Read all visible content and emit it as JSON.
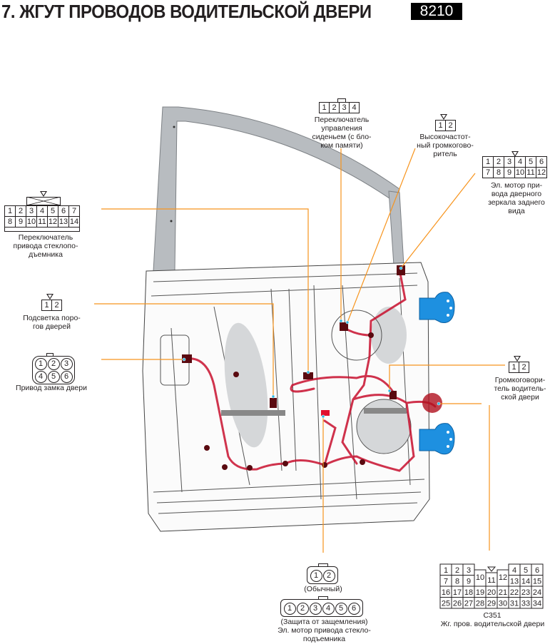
{
  "header": {
    "title": "7. ЖГУТ ПРОВОДОВ ВОДИТЕЛЬСКОЙ ДВЕРИ",
    "code": "8210"
  },
  "colors": {
    "leader_line": "#f7941d",
    "harness": "#c8102e",
    "hinge": "#1e90e0",
    "frame": "#b8bcc0"
  },
  "connectors": {
    "seat_switch": {
      "pins": [
        "1",
        "2",
        "3",
        "4"
      ],
      "label_lines": [
        "Переключатель",
        "управления",
        "сиденьем (с бло-",
        "ком памяти)"
      ]
    },
    "tweeter": {
      "pins": [
        "1",
        "2"
      ],
      "label_lines": [
        "Высокочастот-",
        "ный громкогово-",
        "ритель"
      ]
    },
    "mirror_motor": {
      "row1": [
        "1",
        "2",
        "3",
        "4",
        "5",
        "6"
      ],
      "row2": [
        "7",
        "8",
        "9",
        "10",
        "11",
        "12"
      ],
      "label_lines": [
        "Эл. мотор при-",
        "вода дверного",
        "зеркала заднего",
        "вида"
      ]
    },
    "window_switch": {
      "row1": [
        "1",
        "2",
        "3",
        "4",
        "5",
        "6",
        "7"
      ],
      "row2": [
        "8",
        "9",
        "10",
        "11",
        "12",
        "13",
        "14"
      ],
      "label_lines": [
        "Переключатель",
        "привода стеклопо-",
        "дъемника"
      ]
    },
    "courtesy_light": {
      "pins": [
        "1",
        "2"
      ],
      "label_lines": [
        "Подсветка поро-",
        "гов дверей"
      ]
    },
    "door_lock": {
      "row1": [
        "1",
        "2",
        "3"
      ],
      "row2": [
        "4",
        "5",
        "6"
      ],
      "label_lines": [
        "Привод замка двери"
      ]
    },
    "door_speaker": {
      "pins": [
        "1",
        "2"
      ],
      "label_lines": [
        "Громкоговори-",
        "тель водитель-",
        "ской двери"
      ]
    },
    "window_motor": {
      "normal_pins": [
        "1",
        "2"
      ],
      "normal_caption": "(Обычный)",
      "antipinch_pins": [
        "1",
        "2",
        "3",
        "4",
        "5",
        "6"
      ],
      "antipinch_caption": "(Защита от защемления)",
      "label_lines": [
        "Эл. мотор привода стекло-",
        "подъемника"
      ]
    },
    "c351": {
      "rows": [
        [
          "1",
          "2",
          "3",
          "10",
          "",
          "12",
          "4",
          "5",
          "6"
        ],
        [
          "7",
          "8",
          "9",
          "",
          "11",
          "",
          "13",
          "14",
          "15"
        ],
        [
          "16",
          "17",
          "18",
          "19",
          "20",
          "21",
          "22",
          "23",
          "24"
        ],
        [
          "25",
          "26",
          "27",
          "28",
          "29",
          "30",
          "31",
          "33",
          "34"
        ]
      ],
      "id": "C351",
      "label": "Жг. пров. водительской двери"
    }
  }
}
